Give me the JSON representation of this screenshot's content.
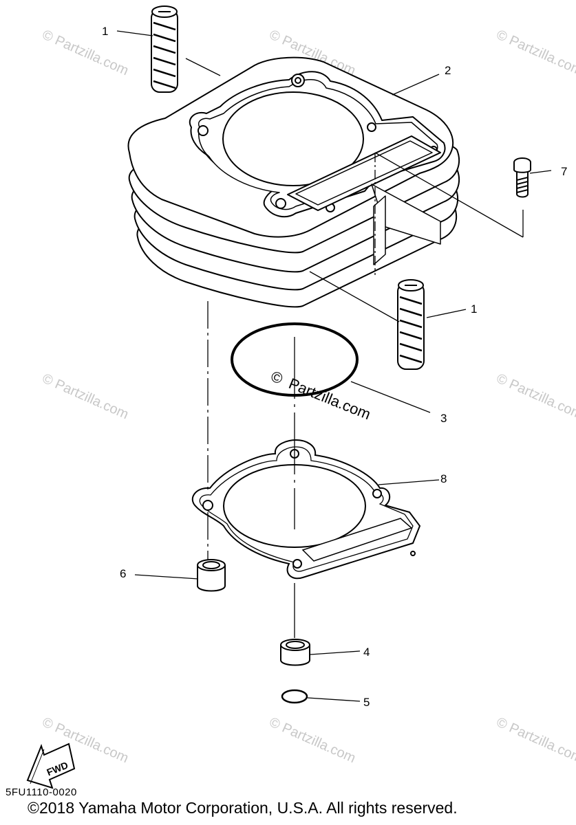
{
  "callouts": {
    "c1a": "1",
    "c2": "2",
    "c7": "7",
    "c1b": "1",
    "c3": "3",
    "c8": "8",
    "c6": "6",
    "c4": "4",
    "c5": "5"
  },
  "watermark": {
    "small": "© Partzilla.com",
    "center_symbol": "©",
    "center_text": "Partzilla.com"
  },
  "fwd_label": "FWD",
  "diagram_code": "5FU1110-0020",
  "copyright": "©2018  Yamaha Motor Corporation, U.S.A. All rights reserved."
}
